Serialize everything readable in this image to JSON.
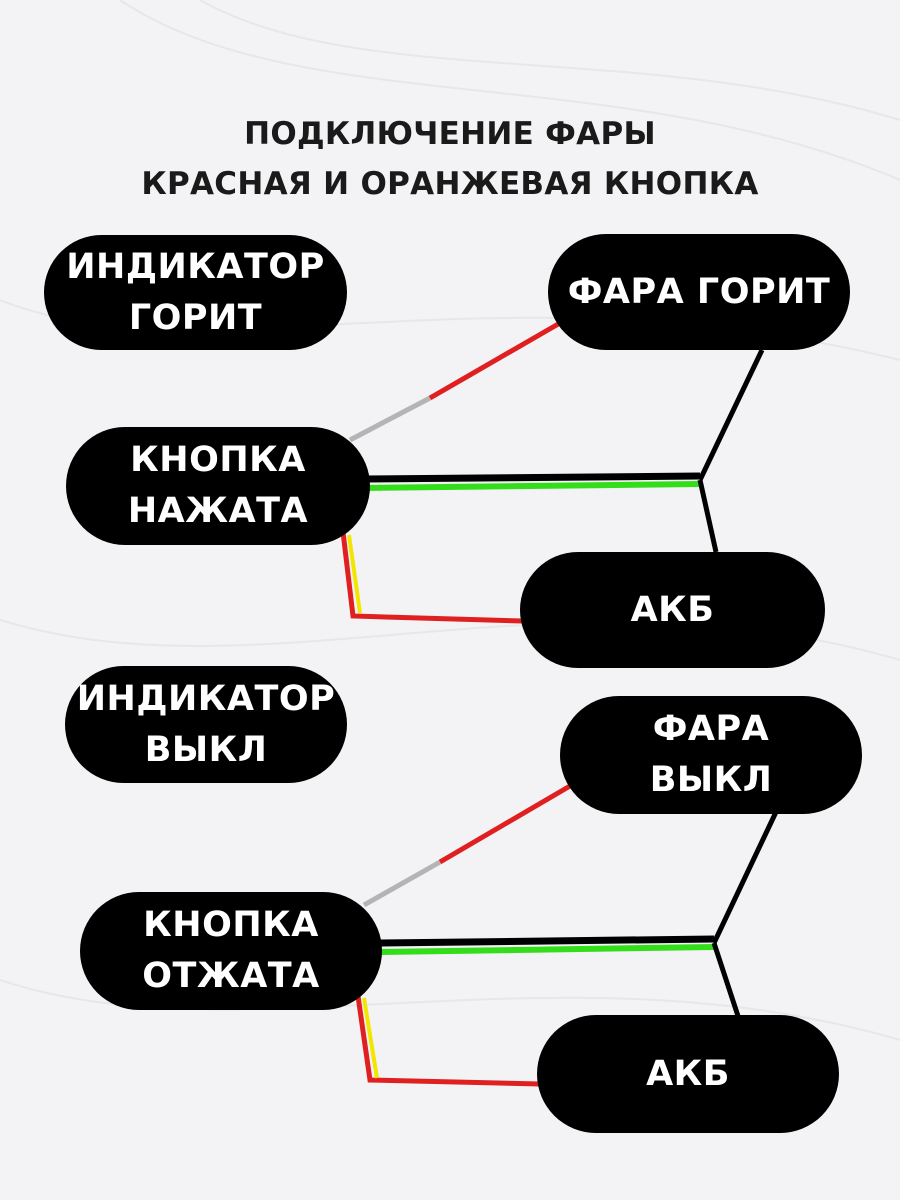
{
  "title": {
    "line1": "ПОДКЛЮЧЕНИЕ ФАРЫ",
    "line2": "КРАСНАЯ И ОРАНЖЕВАЯ КНОПКА"
  },
  "diagram_on": {
    "indicator": {
      "line1": "ИНДИКАТОР",
      "line2": "ГОРИТ"
    },
    "lamp": {
      "line1": "ФАРА ГОРИТ"
    },
    "button": {
      "line1": "КНОПКА",
      "line2": "НАЖАТА"
    },
    "battery": {
      "line1": "АКБ"
    }
  },
  "diagram_off": {
    "indicator": {
      "line1": "ИНДИКАТОР",
      "line2": "ВЫКЛ"
    },
    "lamp": {
      "line1": "ФАРА",
      "line2": "ВЫКЛ"
    },
    "button": {
      "line1": "КНОПКА",
      "line2": "ОТЖАТА"
    },
    "battery": {
      "line1": "АКБ"
    }
  },
  "colors": {
    "pill": "#000000",
    "wire_red": "#e02020",
    "wire_green": "#33dd1a",
    "wire_gray": "#b4b4b4",
    "wire_yellow": "#f2e600",
    "wire_black": "#000000"
  }
}
